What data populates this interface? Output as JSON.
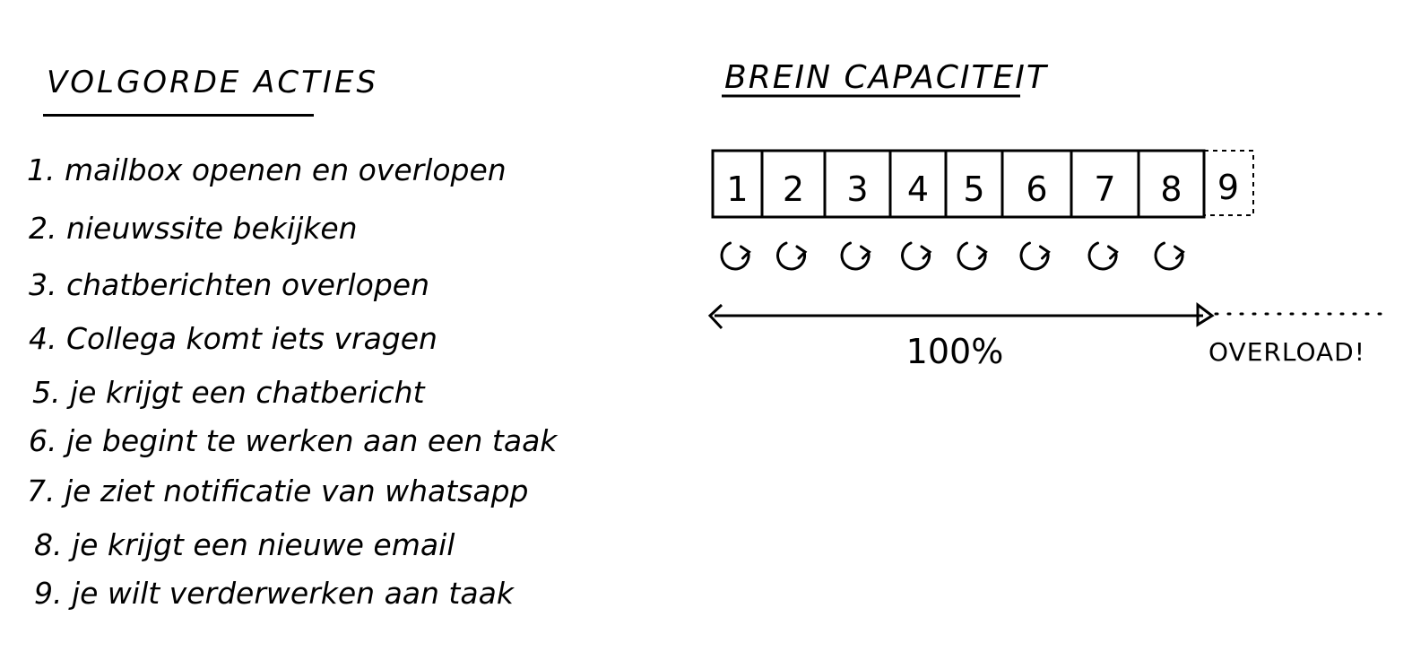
{
  "actions": {
    "title": "VOLGORDE ACTIES",
    "items": [
      "1. mailbox openen en overlopen",
      "2. nieuwssite bekijken",
      "3. chatberichten overlopen",
      "4. Collega komt iets vragen",
      "5. je krijgt een chatbericht",
      "6. je begint te werken aan een taak",
      "7. je ziet notificatie van whatsapp",
      "8. je krijgt een nieuwe email",
      "9. je wilt verderwerken aan taak"
    ]
  },
  "capacity": {
    "title": "BREIN CAPACITEIT",
    "slots": [
      "1",
      "2",
      "3",
      "4",
      "5",
      "6",
      "7",
      "8"
    ],
    "overflow_slot": "9",
    "switch_icons": [
      "switch-arrow-icon",
      "switch-arrow-icon",
      "switch-arrow-icon",
      "switch-arrow-icon",
      "switch-arrow-icon",
      "switch-arrow-icon",
      "switch-arrow-icon",
      "switch-arrow-icon"
    ],
    "capacity_label": "100%",
    "overload_label": "OVERLOAD!"
  }
}
